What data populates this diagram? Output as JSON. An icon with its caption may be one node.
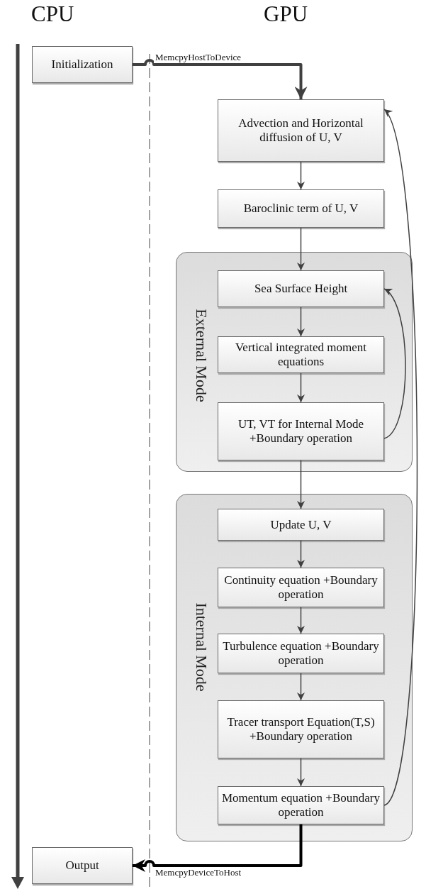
{
  "diagram": {
    "nodes": [
      {
        "text": [
          "Initialization"
        ]
      },
      {
        "text": [
          "Advection and Horizontal diffusion of U, V"
        ]
      },
      {
        "text": [
          "Baroclinic term of U, V"
        ]
      },
      {
        "text": [
          "External Mode"
        ]
      },
      {
        "text": [
          "Sea Surface Height"
        ],
        "in": 3
      },
      {
        "text": [
          "Vertical integrated moment equations"
        ],
        "in": 3
      },
      {
        "text": [
          "UT, VT for Internal Mode +Boundary operation"
        ],
        "in": 3
      },
      {
        "text": [
          "Internal Mode"
        ]
      },
      {
        "text": [
          "Update U, V"
        ],
        "in": 7
      },
      {
        "text": [
          "Continuity equation +Boundary operation"
        ],
        "in": 7
      },
      {
        "text": [
          "Turbulence equation +Boundary operation"
        ],
        "in": 7
      },
      {
        "text": [
          "Tracer transport Equation(T,S) +Boundary operation"
        ],
        "in": 7
      },
      {
        "text": [
          "Momentum equation +Boundary operation"
        ],
        "in": 7
      },
      {
        "text": [
          "Output"
        ]
      }
    ],
    "edges": [
      {
        "from": 0,
        "to": 1,
        "arrow": "to",
        "label": "MemcpyHostToDevice",
        "style": "thick"
      },
      {
        "from": 1,
        "to": 2,
        "arrow": "to"
      },
      {
        "from": 2,
        "to": 4,
        "arrow": "to"
      },
      {
        "from": 4,
        "to": 5,
        "arrow": "to"
      },
      {
        "from": 5,
        "to": 6,
        "arrow": "to"
      },
      {
        "from": 6,
        "to": 4,
        "arrow": "to"
      },
      {
        "from": 6,
        "to": 8,
        "arrow": "to"
      },
      {
        "from": 8,
        "to": 9,
        "arrow": "to"
      },
      {
        "from": 9,
        "to": 10,
        "arrow": "to"
      },
      {
        "from": 10,
        "to": 11,
        "arrow": "to"
      },
      {
        "from": 11,
        "to": 12,
        "arrow": "to"
      },
      {
        "from": 12,
        "to": 1,
        "arrow": "to"
      },
      {
        "from": 12,
        "to": 13,
        "arrow": "to",
        "label": "MemcpyDeviceToHost",
        "style": "thick",
        "color": "#000000"
      }
    ],
    "labels": [
      "CPU",
      "GPU"
    ]
  }
}
